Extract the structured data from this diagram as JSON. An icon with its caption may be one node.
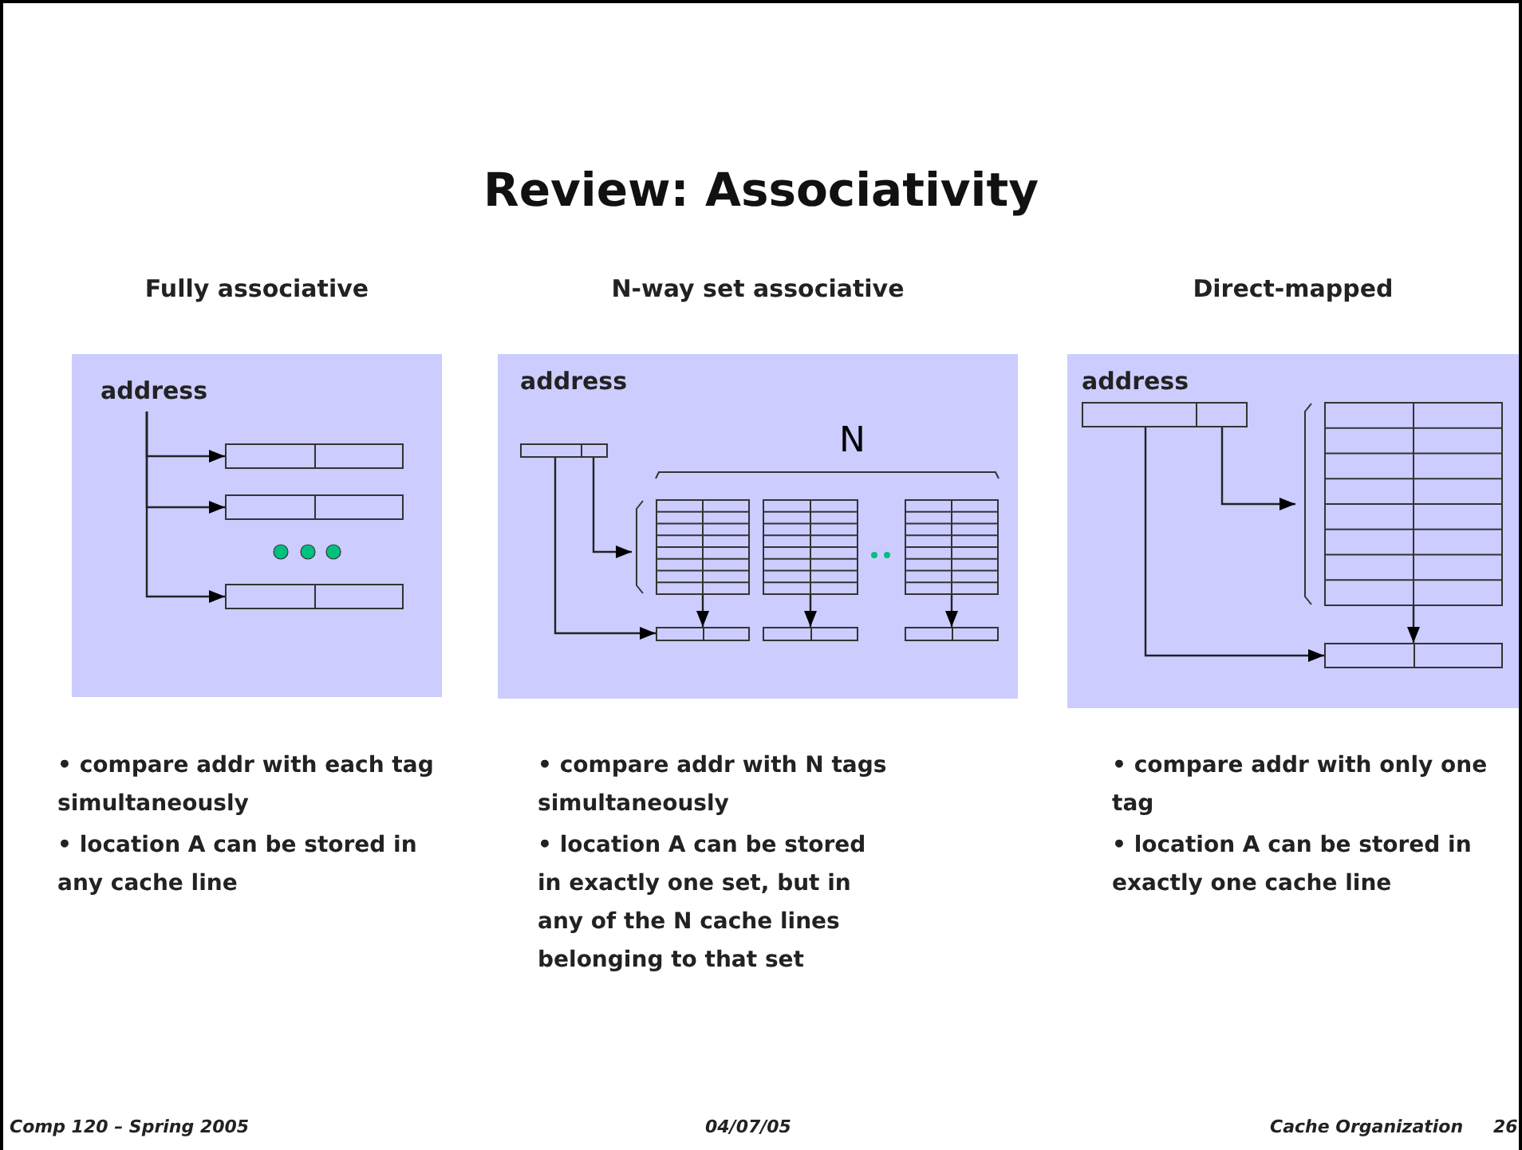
{
  "diagram": {
    "title": "Review: Associativity",
    "nodes": [
      {
        "text": [
          "Fully associative"
        ]
      },
      {
        "text": [
          "address"
        ],
        "in": 0
      },
      {
        "text": [],
        "shape": "bar",
        "in": 0
      },
      {
        "text": [],
        "shape": "bar",
        "in": 0
      },
      {
        "text": [],
        "shape": "bar",
        "in": 0
      },
      {
        "text": [
          "N-way set associative"
        ]
      },
      {
        "text": [
          "address"
        ],
        "in": 5
      },
      {
        "text": [],
        "shape": "box",
        "in": 5
      },
      {
        "text": [],
        "shape": "box",
        "in": 5
      },
      {
        "text": [],
        "shape": "box",
        "in": 5
      },
      {
        "text": [],
        "shape": "bar",
        "in": 5
      },
      {
        "text": [],
        "shape": "bar",
        "in": 5
      },
      {
        "text": [],
        "shape": "bar",
        "in": 5
      },
      {
        "text": [
          "Direct-mapped"
        ]
      },
      {
        "text": [
          "address"
        ],
        "in": 13
      },
      {
        "text": [],
        "shape": "box",
        "in": 13
      },
      {
        "text": [],
        "shape": "bar",
        "in": 13
      }
    ],
    "edges": [
      {
        "from": 1,
        "to": 2,
        "arrow": "to"
      },
      {
        "from": 1,
        "to": 3,
        "arrow": "to"
      },
      {
        "from": 1,
        "to": 4,
        "arrow": "to"
      },
      {
        "from": 6,
        "to": 7,
        "arrow": "to"
      },
      {
        "from": 6,
        "to": 10,
        "arrow": "to"
      },
      {
        "from": 7,
        "to": 10,
        "arrow": "to"
      },
      {
        "from": 8,
        "to": 11,
        "arrow": "to"
      },
      {
        "from": 9,
        "to": 12,
        "arrow": "to"
      },
      {
        "from": 14,
        "to": 15,
        "arrow": "to"
      },
      {
        "from": 14,
        "to": 16,
        "arrow": "to"
      },
      {
        "from": 15,
        "to": 16,
        "arrow": "to"
      }
    ],
    "labels": [
      "N",
      "• compare addr with each tag simultaneously",
      "• compare addr with N tags simultaneously",
      "• compare addr with only one tag",
      "• location A can be stored in any cache line",
      "• location A can be stored in exactly one set, but in any of the N cache lines belonging to that set",
      "• location A can be stored in exactly one cache line",
      "Comp 120 – Spring 2005",
      "04/07/05",
      "Cache Organization",
      "26"
    ]
  }
}
